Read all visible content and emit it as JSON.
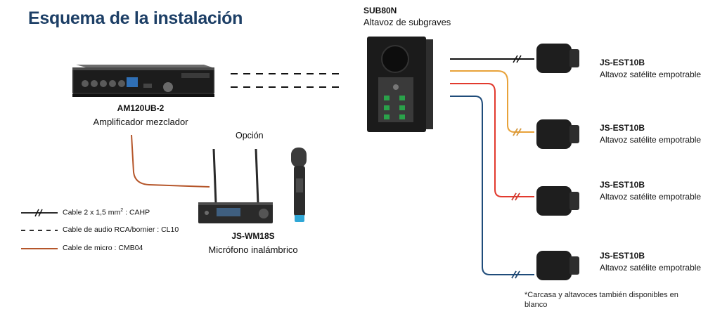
{
  "title": "Esquema de la instalación",
  "subwoofer": {
    "model": "SUB80N",
    "description": "Altavoz de subgraves"
  },
  "amplifier": {
    "model": "AM120UB-2",
    "description": "Amplificador mezclador"
  },
  "option_label": "Opción",
  "microphone": {
    "model": "JS-WM18S",
    "description": "Micrófono inalámbrico"
  },
  "speakers": [
    {
      "model": "JS-EST10B",
      "description": "Altavoz satélite empotrable"
    },
    {
      "model": "JS-EST10B",
      "description": "Altavoz satélite empotrable"
    },
    {
      "model": "JS-EST10B",
      "description": "Altavoz satélite empotrable"
    },
    {
      "model": "JS-EST10B",
      "description": "Altavoz satélite empotrable"
    }
  ],
  "legend": {
    "cable_speaker_prefix": "Cable 2 x 1,5 mm",
    "cable_speaker_sup": "2",
    "cable_speaker_suffix": " : CAHP",
    "cable_audio": "Cable de audio RCA/bornier : CL10",
    "cable_mic": "Cable de micro : CMB04"
  },
  "footnote": "*Carcasa y altavoces también disponibles en blanco",
  "colors": {
    "title": "#1d3f66",
    "cable_black": "#111111",
    "cable_orange": "#e8a23a",
    "cable_red": "#e23a2e",
    "cable_blue": "#1f4c7a",
    "cable_mic": "#b5562a"
  }
}
